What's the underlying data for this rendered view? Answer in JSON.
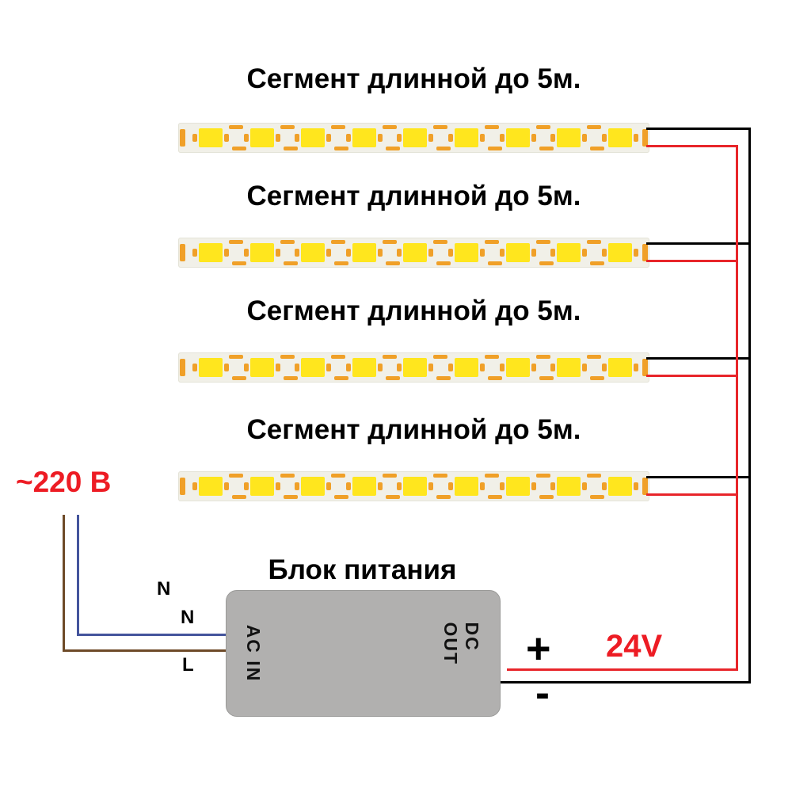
{
  "diagram": {
    "segments": [
      {
        "label": "Сегмент длинной до 5м."
      },
      {
        "label": "Сегмент длинной до 5м."
      },
      {
        "label": "Сегмент длинной до 5м."
      },
      {
        "label": "Сегмент длинной до 5м."
      }
    ],
    "leds_per_strip": 9,
    "power_supply": {
      "title": "Блок питания",
      "input_label": "AC IN",
      "output_label": "DC OUT"
    },
    "input": {
      "voltage_label": "~220 В",
      "wire_labels": [
        "N",
        "N",
        "L"
      ]
    },
    "output": {
      "plus": "+",
      "minus": "-",
      "voltage": "24V"
    },
    "colors": {
      "wire_black": "#000000",
      "wire_red": "#e8252a",
      "wire_blue": "#44549c",
      "wire_brown": "#6e4a28",
      "led_yellow": "#ffe61e",
      "pad_orange": "#f0a028",
      "strip_bg": "#f1f0e8",
      "box_gray": "#b1b0af",
      "accent_red": "#ed1c24"
    }
  }
}
